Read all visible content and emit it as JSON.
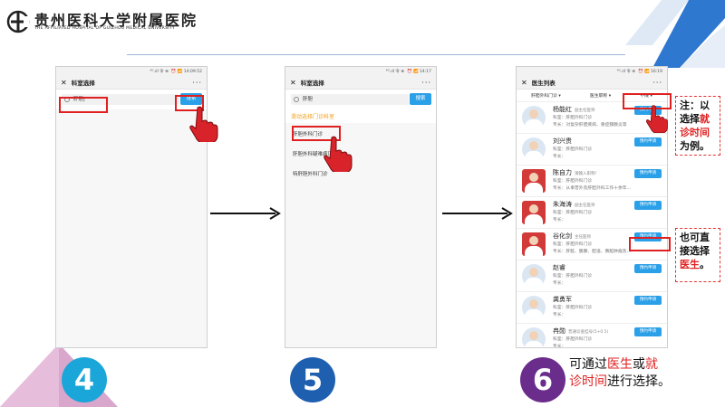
{
  "header": {
    "logo_cn": "贵州医科大学附属医院",
    "logo_en": "THE AFFILIATED HOSPITAL OF GUIZHOU MEDICAL UNIVERSITY"
  },
  "phone1": {
    "status_left": "⁴ᴳ.ıll 令 ⊕",
    "status_right": "⏰ 📶 14:09:52",
    "title": "科室选择",
    "close": "✕",
    "more": "···",
    "search_value": "肝胆|",
    "search_button": "搜索"
  },
  "phone2": {
    "status_left": "⁴ᴳ.ıll 令 ⊕",
    "status_right": "⏰ 📶 14:17",
    "title": "科室选择",
    "close": "✕",
    "more": "···",
    "search_value": "肝胆",
    "search_button": "搜索",
    "hint": "滑动选择门诊科室",
    "items": [
      "肝胆外科门诊",
      "肝胆外科疑难病门诊",
      "特肝胆外科门诊"
    ]
  },
  "phone3": {
    "status_left": "⁴ᴳ.ıll 令 ⊕",
    "status_right": "⏰ 📶 16:19",
    "title": "医生列表",
    "close": "✕",
    "more": "···",
    "filters": [
      "肝胆外科门诊 ▾",
      "医生职称 ▾",
      "不限 ▾"
    ],
    "appointment_label": "预约申请",
    "doctors": [
      {
        "name": "杨能红",
        "title": "副主任医师",
        "dept": "科室：肝胆外科门诊",
        "spec": "专长：对复杂肝胆疾病、重症胰腺炎等"
      },
      {
        "name": "刘兴贵",
        "title": "",
        "dept": "科室：肝胆外科门诊",
        "spec": "专长："
      },
      {
        "name": "陈自力",
        "title": "请输入职称！",
        "dept": "科室：肝胆外科门诊",
        "spec": "专长：从事普外及肝胆外科工作十余年..."
      },
      {
        "name": "朱海涛",
        "title": "副主任医师",
        "dept": "科室：肝胆外科门诊",
        "spec": "专长："
      },
      {
        "name": "谷化剑",
        "title": "主任医师",
        "dept": "科室：肝胆外科门诊",
        "spec": "专长：肝脏、胰腺、胆道、脾脏肿瘤及..."
      },
      {
        "name": "赵睿",
        "title": "",
        "dept": "科室：肝胆外科门诊",
        "spec": "专长："
      },
      {
        "name": "龚勇军",
        "title": "",
        "dept": "科室：肝胆外科门诊",
        "spec": "专长："
      },
      {
        "name": "冉勋",
        "title": "普通诊查挂号(5+0.5)",
        "dept": "科室：肝胆外科门诊",
        "spec": "专长："
      }
    ]
  },
  "notes": {
    "n1": {
      "a": "注：以",
      "b": "选择",
      "c": "就",
      "d": "诊时间",
      "e": "为例。"
    },
    "n2": {
      "a": "也可直",
      "b": "接选择",
      "c": "医生",
      "d": "。"
    }
  },
  "caption": {
    "a": "可通过",
    "b": "医生",
    "c": "或",
    "d": "就",
    "e": "诊时间",
    "f": "进行选择。"
  },
  "steps": [
    "4",
    "5",
    "6"
  ],
  "colors": {
    "accent_blue": "#2aa0e8",
    "highlight_red": "#e02020",
    "step4": "#1aa6d9",
    "step5": "#1f5fb0",
    "step6": "#6b2d8c"
  }
}
